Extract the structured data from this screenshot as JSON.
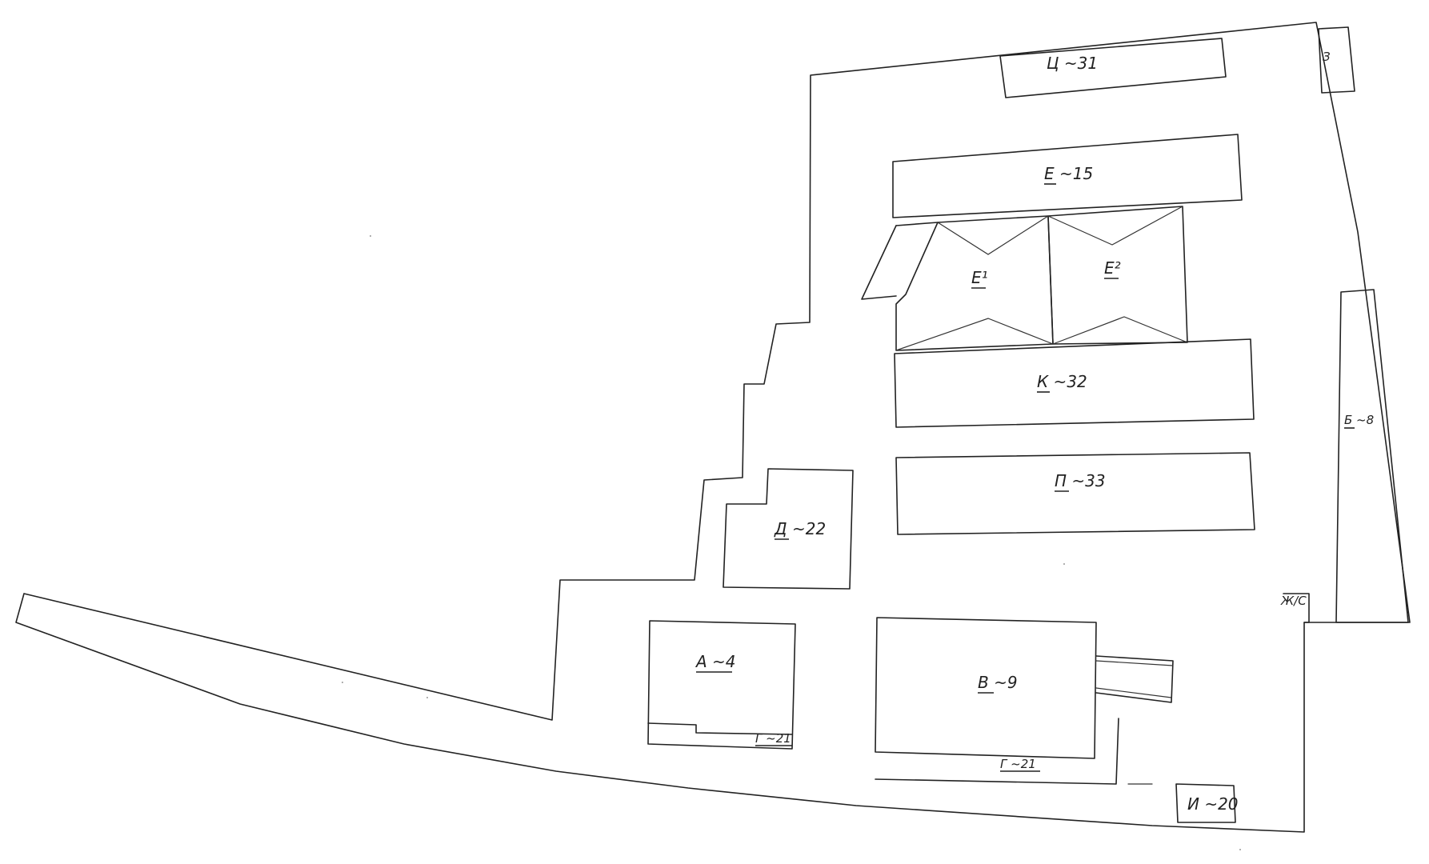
{
  "labels": {
    "ts31": "Ц ~31",
    "z": "З",
    "e15": "Е ~15",
    "e1": "Е¹",
    "e2": "Е²",
    "k32": "К ~32",
    "b8": "Б ~8",
    "p33": "П ~33",
    "d22": "Д ~22",
    "a4": "А ~4",
    "v9": "В ~9",
    "g21a": "Г ~21",
    "g21b": "Г ~21",
    "i20": "И ~20",
    "zhs": "Ж/С"
  }
}
